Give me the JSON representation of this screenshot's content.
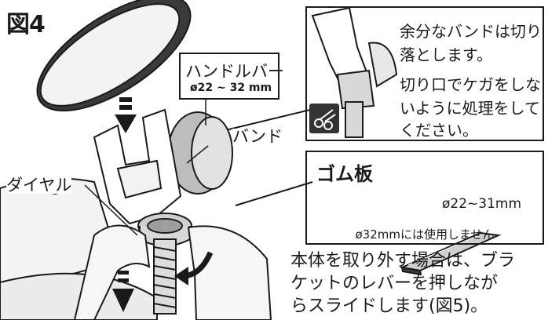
{
  "figure_label": "図4",
  "callouts": {
    "handlebar_title": "ハンドルバー",
    "handlebar_size": "ø22 ~ 32 mm",
    "band": "バンド",
    "dial": "ダイヤル"
  },
  "note_box": {
    "lines": [
      "余分なバンドは切り",
      "落とします。",
      "切り口でケガをしな",
      "いように処理をして",
      "ください。"
    ],
    "scissors_icon": "scissors-icon"
  },
  "rubber_box": {
    "title": "ゴム板",
    "size": "ø22~31mm",
    "note": "ø32mmには使用しません"
  },
  "body_text": [
    "本体を取り外す場合は、ブラ",
    "ケットのレバーを押しなが",
    "らスライドします(図5)。"
  ],
  "colors": {
    "line": "#1a1a1a",
    "shade": "#bdbdbd",
    "icon_bg": "#333333"
  }
}
